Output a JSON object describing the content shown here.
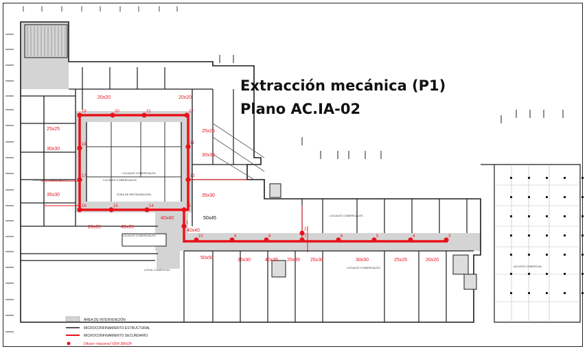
{
  "title": {
    "line1": "Extracción mecánica (P1)",
    "line2": "Plano AC.IA-02"
  },
  "colors": {
    "duct": "#e8121b",
    "intervention_area": "#d4d4d4",
    "wall": "#1a1a1a",
    "grid_axis": "#444444"
  },
  "duct_sizes": [
    "20x20",
    "20x20",
    "25x25",
    "30x30",
    "35x30",
    "25x25",
    "30x30",
    "35x30",
    "50x45",
    "40x40",
    "20x35",
    "40x35",
    "40x40",
    "50x50",
    "35x30",
    "40x35",
    "25x35",
    "25x30",
    "30x30",
    "25x25",
    "20x20"
  ],
  "diffuser_labels": [
    "19",
    "20",
    "21",
    "22",
    "18",
    "17",
    "16",
    "15",
    "14",
    "13",
    "12",
    "11",
    "10",
    "9",
    "8",
    "7",
    "6",
    "5",
    "4",
    "3",
    "2",
    "1"
  ],
  "legend": {
    "items": [
      {
        "label": "ÁREA DE INTERVENCIÓN",
        "icon": "hatch-icon"
      },
      {
        "label": "MICROCONFINAMIENTO ESTRUCTURAL",
        "icon": "black-line-icon"
      },
      {
        "label": "MICROCONFINAMIENTO SECUNDARIO",
        "icon": "red-line-icon"
      },
      {
        "label": "Difusor rotacional VDW 380x24",
        "icon": "red-dot-icon"
      }
    ]
  },
  "room_labels": [
    "LOCALES COMERCIALES",
    "LOCALES COMERCIALES",
    "LOCALES COMERCIALES",
    "ZONA DE RESTAURACIÓN",
    "LOCALES COMERCIALES",
    "LOCAL COMERCIAL",
    "LOCALES COMERCIALES",
    "LOCALES COMERCIALES",
    "ACCESO COMERCIAL"
  ]
}
